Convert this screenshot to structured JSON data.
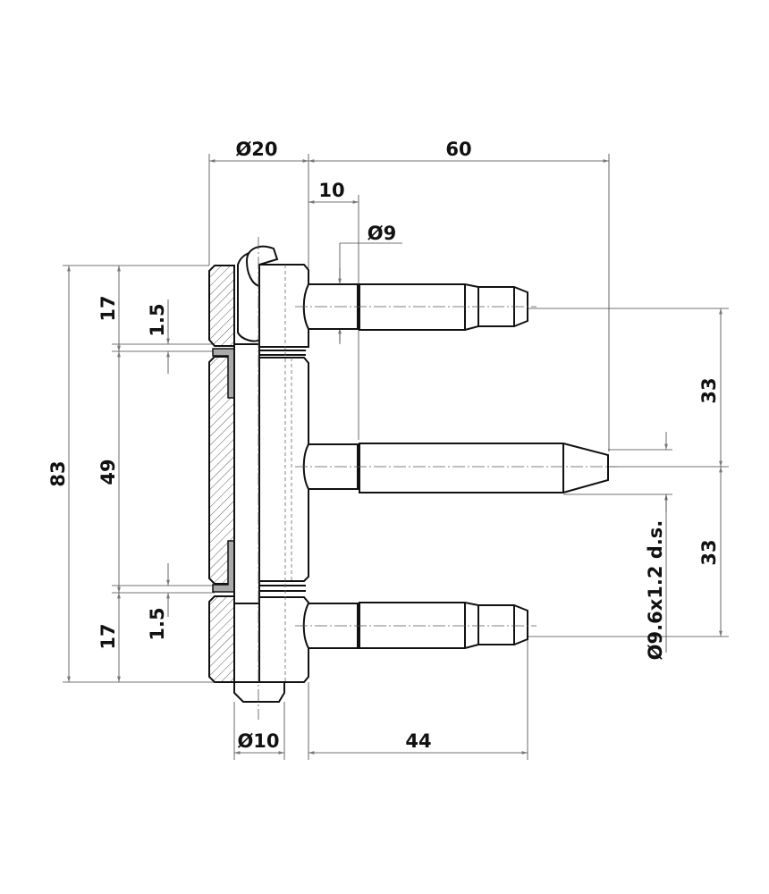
{
  "drawing": {
    "dimensions": {
      "outer_diameter": "Ø20",
      "overall_depth": "60",
      "pin_offset": "10",
      "pin_diameter": "Ø9",
      "overall_height": "83",
      "top_section": "17",
      "top_gap": "1.5",
      "middle_section": "49",
      "bottom_gap": "1.5",
      "bottom_section": "17",
      "pitch_upper": "33",
      "pitch_lower": "33",
      "thread_spec": "Ø9.6x1.2 d.s.",
      "core_diameter": "Ø10",
      "pin_length": "44"
    }
  }
}
